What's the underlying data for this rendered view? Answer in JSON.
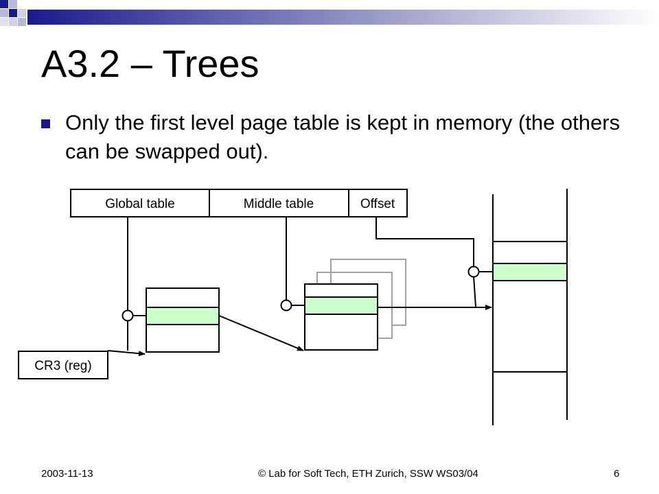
{
  "slide": {
    "title": "A3.2 – Trees",
    "bullets": [
      "Only the first level page table is kept in memory (the others can be swapped out)."
    ]
  },
  "diagram": {
    "address_fields": [
      "Global table",
      "Middle table",
      "Offset"
    ],
    "register_label": "CR3 (reg)"
  },
  "footer": {
    "date": "2003-11-13",
    "copyright": "© Lab for Soft Tech, ETH Zurich, SSW WS03/04",
    "page_number": "6"
  },
  "colors": {
    "accent": "#1a1a8c",
    "highlight": "#ccffcc",
    "stack_gray": "#a0a0a0"
  }
}
